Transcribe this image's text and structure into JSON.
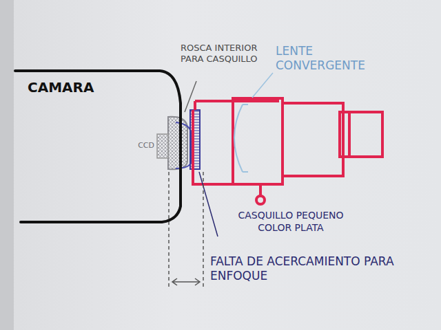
{
  "diagram": {
    "nodes": [
      {
        "text": [
          "CAMARA",
          "CCD"
        ]
      }
    ],
    "labels": [
      "ROSCA INTERIOR PARA CASQUILLO",
      "LENTE CONVERGENTE",
      "CASQUILLO PEQUENO COLOR PLATA",
      "FALTA DE ACERCAMIENTO PARA ENFOQUE"
    ]
  }
}
